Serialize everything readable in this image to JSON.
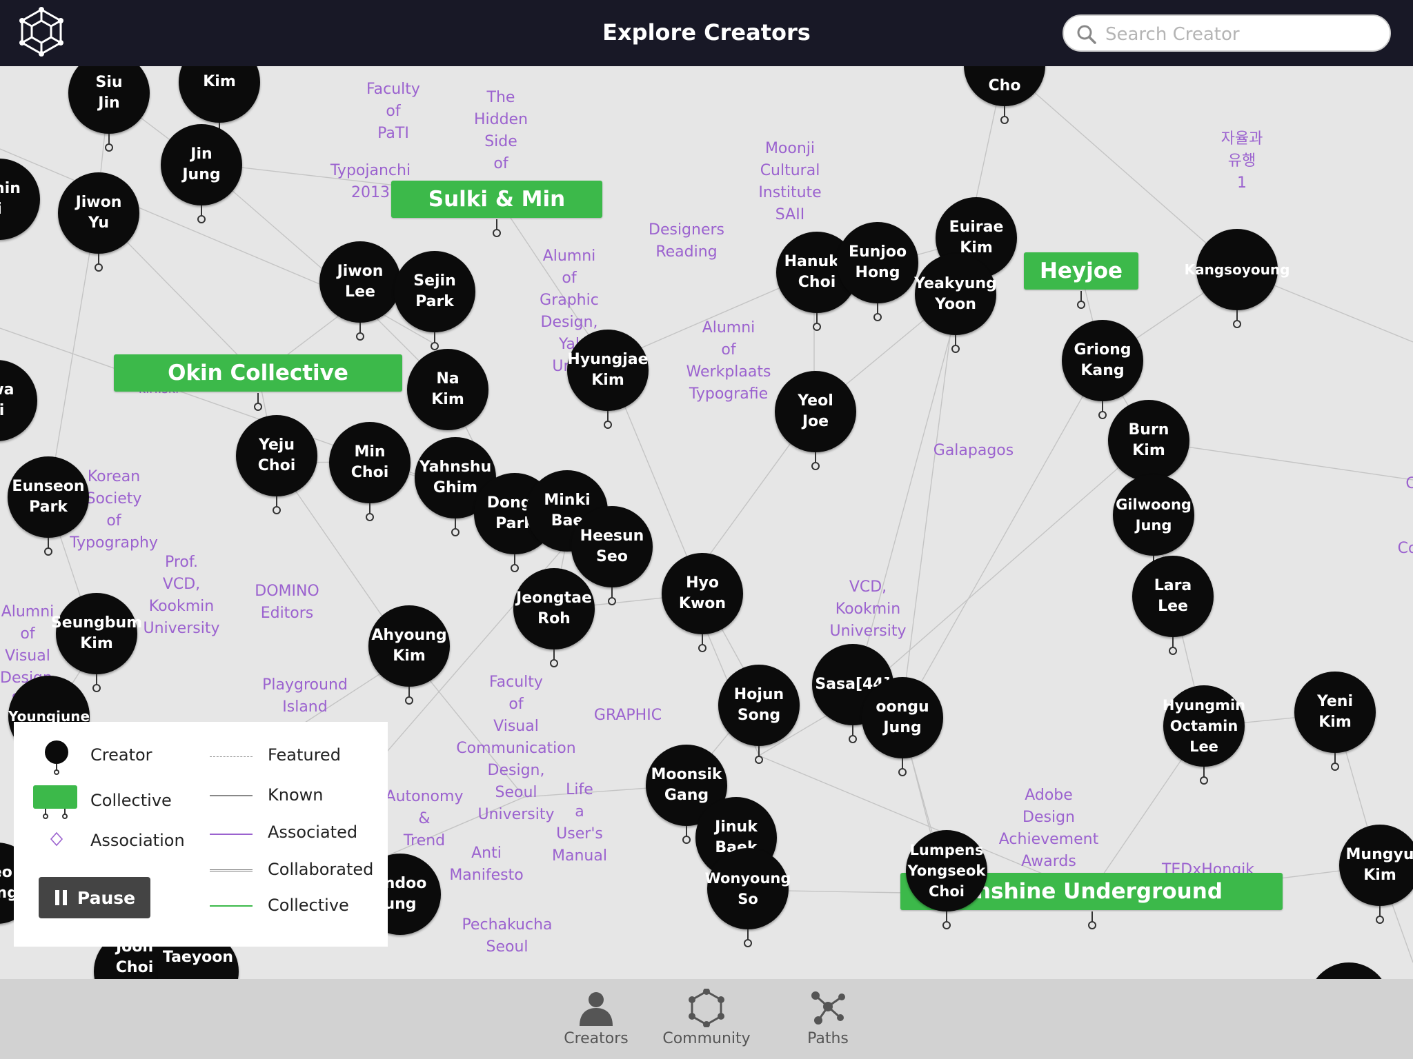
{
  "header": {
    "title": "Explore Creators",
    "search_placeholder": "Search Creator"
  },
  "creators": [
    {
      "label": "Siu\nJin"
    },
    {
      "label": "Kim"
    },
    {
      "label": "Jin\nJung"
    },
    {
      "label": "gmin\ni"
    },
    {
      "label": "Jiwon\nYu"
    },
    {
      "label": "Jiwon\nLee"
    },
    {
      "label": "Sejin\nPark"
    },
    {
      "label": "Na\nKim"
    },
    {
      "label": "Hyungjae\nKim"
    },
    {
      "label": "Hanuku\nChoi"
    },
    {
      "label": "Eunjoo\nHong"
    },
    {
      "label": "Euirae\nKim"
    },
    {
      "label": "Yeakyung\nYoon"
    },
    {
      "label": "Kangsoyoung"
    },
    {
      "label": "Griong\nKang"
    },
    {
      "label": "Burn\nKim"
    },
    {
      "label": "Gilwoong\nJung"
    },
    {
      "label": "Lara\nLee"
    },
    {
      "label": "Yeol\nJoe"
    },
    {
      "label": "hwa\noi"
    },
    {
      "label": "Eunseon\nPark"
    },
    {
      "label": "Yeju\nChoi"
    },
    {
      "label": "Min\nChoi"
    },
    {
      "label": "Yahnshu\nGhim"
    },
    {
      "label": "Dongh\nPark"
    },
    {
      "label": "Minki\nBae"
    },
    {
      "label": "Heesun\nSeo"
    },
    {
      "label": "Jeongtae\nRoh"
    },
    {
      "label": "Hyo\nKwon"
    },
    {
      "label": "Seungbum\nKim"
    },
    {
      "label": "Ahyoung\nKim"
    },
    {
      "label": "Hojun\nSong"
    },
    {
      "label": "Sasa[44]"
    },
    {
      "label": "oongu\nJung"
    },
    {
      "label": "Hyungmin\nOctamin\nLee"
    },
    {
      "label": "Yeni\nKim"
    },
    {
      "label": "Moonsik\nGang"
    },
    {
      "label": "Jinuk\nBaek"
    },
    {
      "label": "Wonyoung\nSo"
    },
    {
      "label": "Lumpens\nYongseok\nChoi"
    },
    {
      "label": "Mungyu\nKim"
    },
    {
      "label": "Cho"
    },
    {
      "label": "Youngjune"
    },
    {
      "label": "ondoo\nung"
    },
    {
      "label": "heo\nhang"
    },
    {
      "label": "Joon\nChoi"
    },
    {
      "label": "Taeyoon"
    }
  ],
  "collectives": [
    {
      "label": "Sulki & Min"
    },
    {
      "label": "Okin Collective"
    },
    {
      "label": "Heyjoe"
    },
    {
      "label": "unshine Underground"
    }
  ],
  "associations": [
    {
      "label": "Faculty\nof\nPaTI"
    },
    {
      "label": "The\nHidden\nSide\nof"
    },
    {
      "label": "Typojanchi\n2013"
    },
    {
      "label": "Moonji\nCultural\nInstitute\nSAII"
    },
    {
      "label": "자율과\n유행\n1"
    },
    {
      "label": "Designers\nReading"
    },
    {
      "label": "Alumni\nof\nGraphic\nDesign,\nYal\nUniv"
    },
    {
      "label": "Alumni\nof\nWerkplaats\nTypografie"
    },
    {
      "label": "Galapagos"
    },
    {
      "label": "Korean\nSociety\nof\nTypography"
    },
    {
      "label": "Prof.\nVCD,\nKookmin\nUniversity"
    },
    {
      "label": "DOMINO\nEditors"
    },
    {
      "label": "VCD,\nKookmin\nUniversity"
    },
    {
      "label": "Alumni\nof\nVisual\nDesign,\nSNU"
    },
    {
      "label": "Playground\nIsland\n2012"
    },
    {
      "label": "Faculty\nof\nVisual\nCommunication\nDesign,\nSeoul\nUniversity"
    },
    {
      "label": "GRAPHIC"
    },
    {
      "label": "Life\na\nUser's\nManual"
    },
    {
      "label": "Autonomy\n&\nTrend"
    },
    {
      "label": "Anti\nManifesto"
    },
    {
      "label": "Pechakucha\nSeoul"
    },
    {
      "label": "Adobe\nDesign\nAchievement\nAwards\n2012"
    },
    {
      "label": "TEDxHongik"
    },
    {
      "label": "C"
    },
    {
      "label": "Co"
    },
    {
      "label": "kiri.ski"
    }
  ],
  "legend": {
    "creator": "Creator",
    "collective": "Collective",
    "association": "Association",
    "featured": "Featured",
    "known": "Known",
    "associated": "Associated",
    "collaborated": "Collaborated",
    "collective_line": "Collective",
    "pause": "Pause"
  },
  "colors": {
    "collective_green": "#3cb94a",
    "association_purple": "#9b62cf",
    "header_bg": "#181826",
    "node_black": "#0b0b0b"
  },
  "bottom_nav": [
    {
      "label": "Creators",
      "icon": "person-icon"
    },
    {
      "label": "Community",
      "icon": "network-ring-icon"
    },
    {
      "label": "Paths",
      "icon": "paths-icon"
    }
  ]
}
